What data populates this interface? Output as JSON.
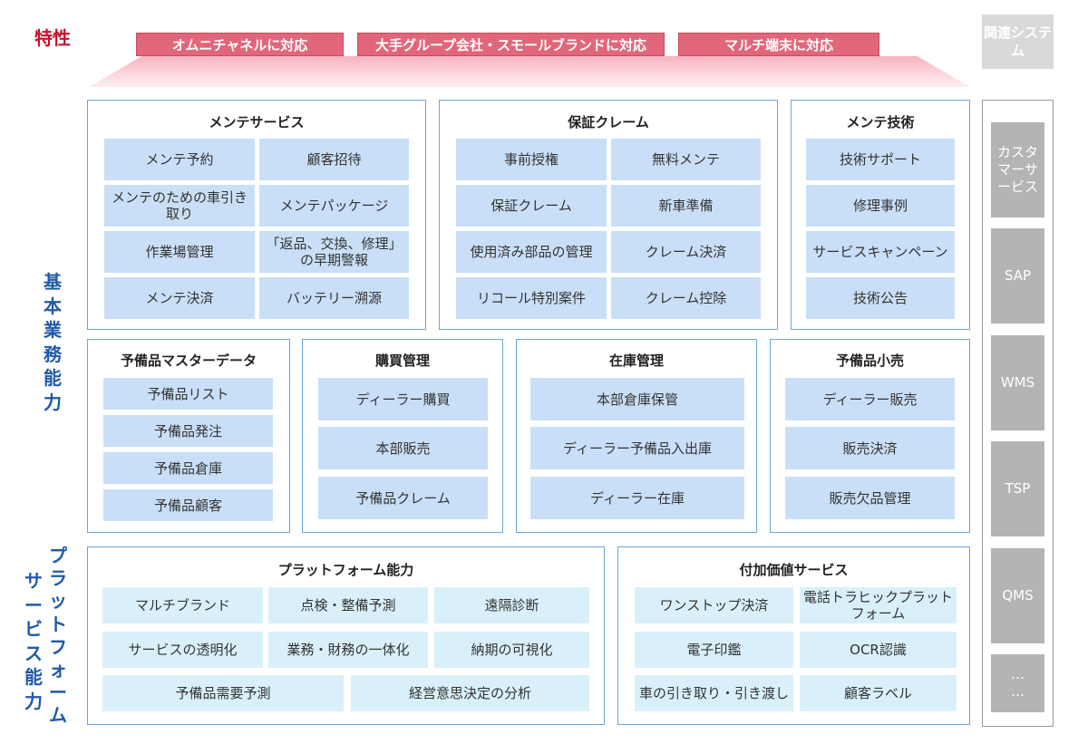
{
  "features": {
    "title": "特性",
    "items": [
      "オムニチャネルに対応",
      "大手グループ会社・スモールブランドに対応",
      "マルチ端末に対応"
    ]
  },
  "labels": {
    "business": [
      "基",
      "本",
      "業",
      "務",
      "能",
      "力"
    ],
    "platform_col1": [
      "サ",
      "ー",
      "ビ",
      "ス",
      "能",
      "力"
    ],
    "platform_col2": [
      "プ",
      "ラ",
      "ッ",
      "ト",
      "フ",
      "ォ",
      "ー",
      "ム"
    ]
  },
  "groups": {
    "maintenance_service": {
      "title": "メンテサービス",
      "items": [
        "メンテ予約",
        "顧客招待",
        "メンテのための車引き取り",
        "メンテパッケージ",
        "作業場管理",
        "「返品、交換、修理」の早期警報",
        "メンテ決済",
        "バッテリー溯源"
      ]
    },
    "warranty_claim": {
      "title": "保証クレーム",
      "items": [
        "事前授権",
        "無料メンテ",
        "保証クレーム",
        "新車準備",
        "使用済み部品の管理",
        "クレーム決済",
        "リコール特別案件",
        "クレーム控除"
      ]
    },
    "maintenance_tech": {
      "title": "メンテ技術",
      "items": [
        "技術サポート",
        "修理事例",
        "サービスキャンペーン",
        "技術公告"
      ]
    },
    "parts_master": {
      "title": "予備品マスターデータ",
      "items": [
        "予備品リスト",
        "予備品発注",
        "予備品倉庫",
        "予備品顧客"
      ]
    },
    "purchasing": {
      "title": "購買管理",
      "items": [
        "ディーラー購買",
        "本部販売",
        "予備品クレーム"
      ]
    },
    "inventory": {
      "title": "在庫管理",
      "items": [
        "本部倉庫保管",
        "ディーラー予備品入出庫",
        "ディーラー在庫"
      ]
    },
    "parts_retail": {
      "title": "予備品小売",
      "items": [
        "ディーラー販売",
        "販売決済",
        "販売欠品管理"
      ]
    },
    "platform": {
      "title": "プラットフォーム能力",
      "items": [
        "マルチブランド",
        "点検・整備予測",
        "遠隔診断",
        "サービスの透明化",
        "業務・財務の一体化",
        "納期の可視化",
        "予備品需要予測",
        "経営意思決定の分析"
      ]
    },
    "value_added": {
      "title": "付加価値サービス",
      "items": [
        "ワンストップ決済",
        "電話トラヒックプラットフォーム",
        "電子印鑑",
        "OCR認識",
        "車の引き取り・引き渡し",
        "顧客ラベル"
      ]
    }
  },
  "related": {
    "title": "関連システム",
    "systems": [
      "カスタマーサービス",
      "SAP",
      "WMS",
      "TSP",
      "QMS",
      "…\n…"
    ]
  }
}
